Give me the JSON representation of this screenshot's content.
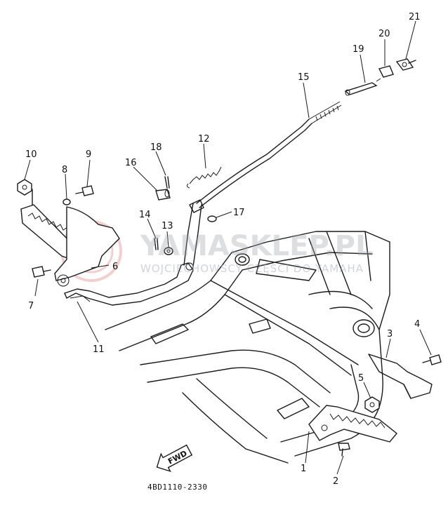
{
  "diagram": {
    "callouts": [
      "1",
      "2",
      "3",
      "4",
      "5",
      "6",
      "7",
      "8",
      "9",
      "10",
      "11",
      "12",
      "13",
      "14",
      "15",
      "16",
      "17",
      "18",
      "19",
      "20",
      "21"
    ],
    "watermark": {
      "main": "YAMASKLEP.PL",
      "sub": "WOJCIECHOWSCY CZĘŚCI DO YAMAHA"
    },
    "fwd_label": "FWD",
    "drawing_code": "4BD1110-2330",
    "colors": {
      "line": "#1a1a1a",
      "watermark": "#9aa0a6",
      "logo_red": "#e8a0a0"
    }
  }
}
